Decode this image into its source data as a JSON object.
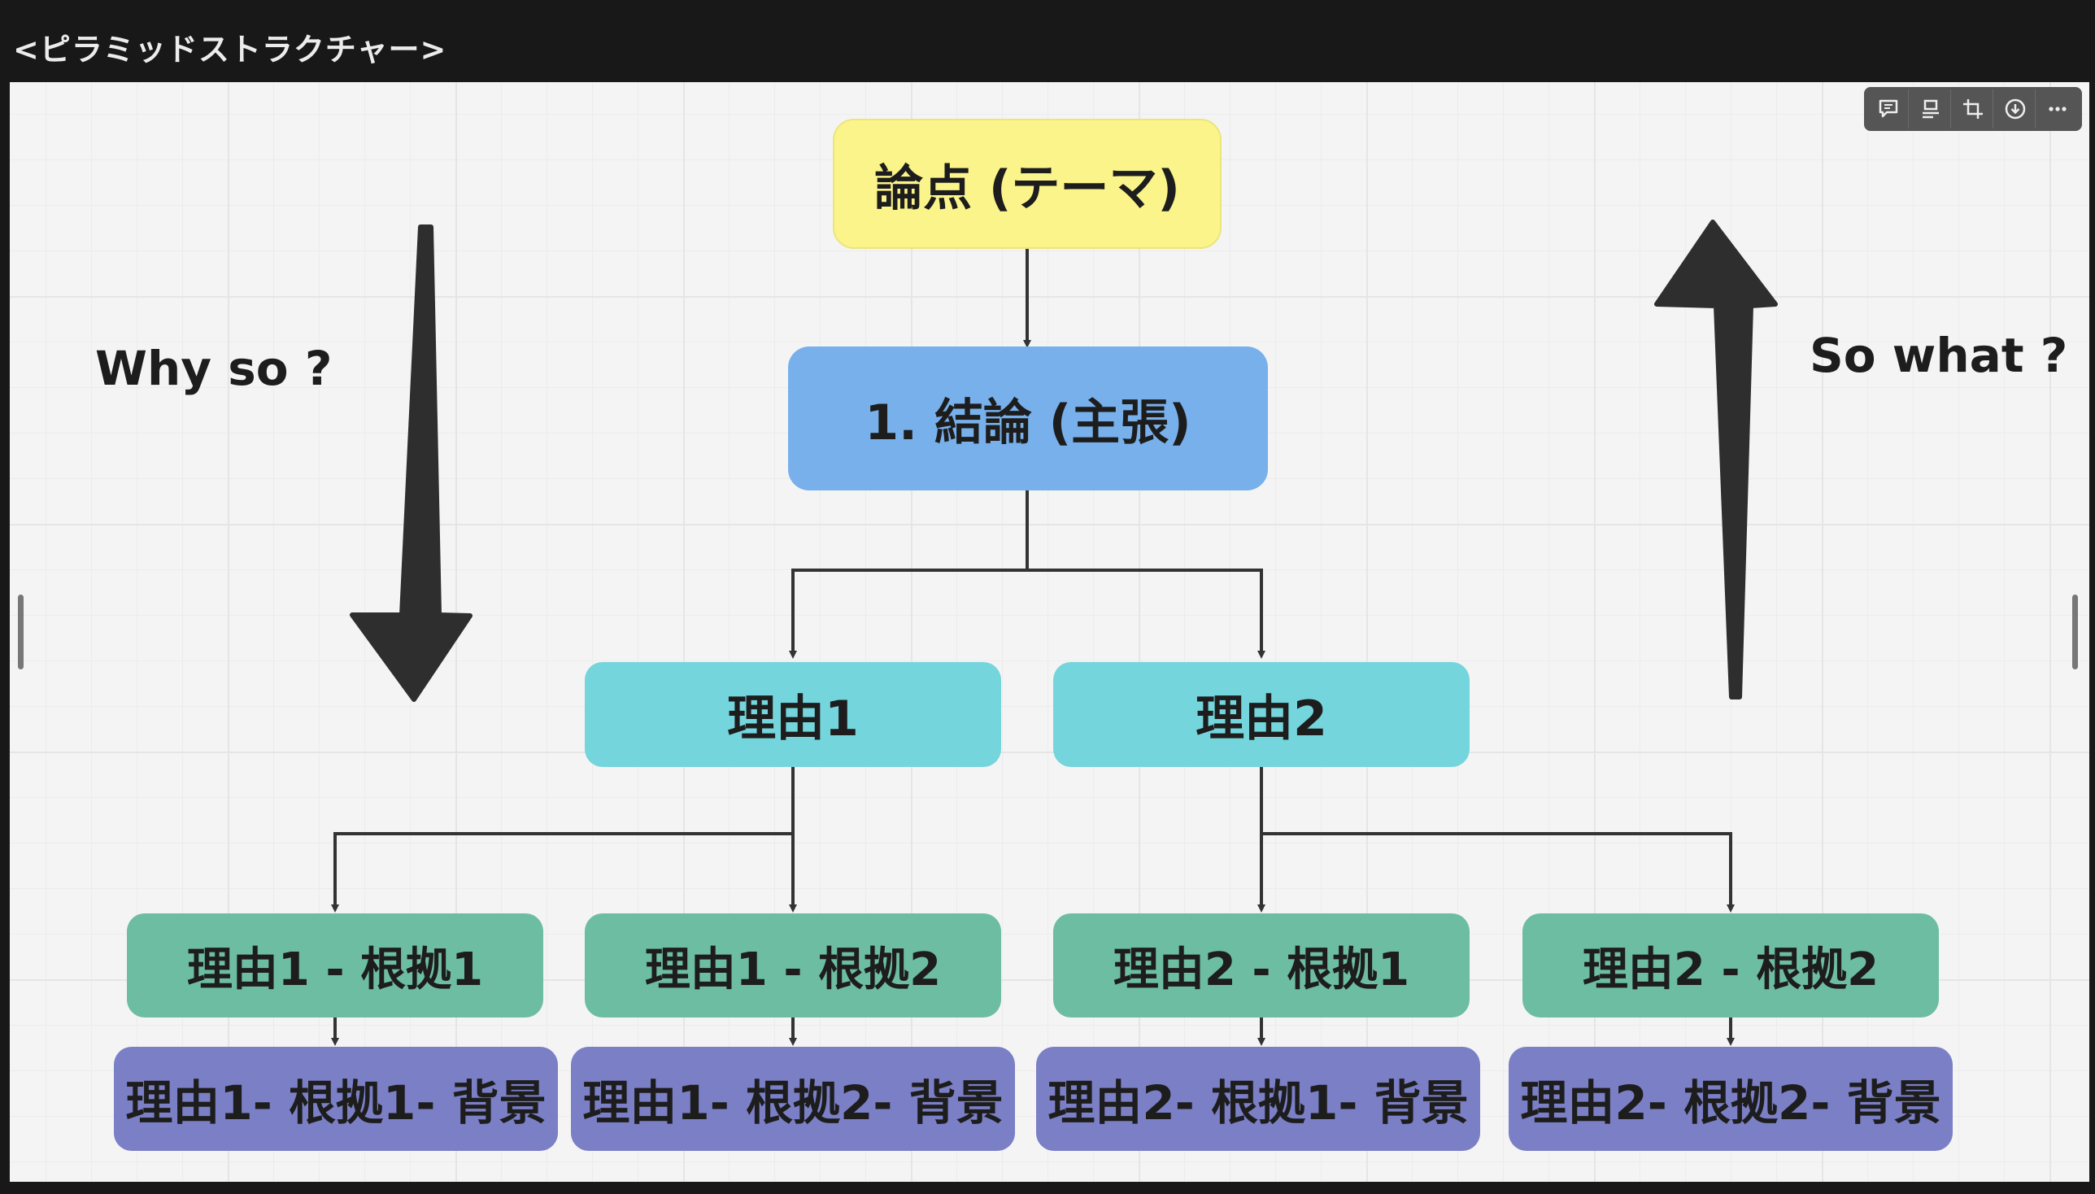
{
  "window": {
    "title": "<ピラミッドストラクチャー>"
  },
  "toolbar": {
    "buttons": [
      {
        "name": "comment-icon"
      },
      {
        "name": "align-icon"
      },
      {
        "name": "crop-icon"
      },
      {
        "name": "download-icon"
      },
      {
        "name": "more-icon"
      }
    ]
  },
  "diagram": {
    "theme": "論点 (テーマ)",
    "conclusion": "1. 結論 (主張)",
    "reasons": [
      "理由1",
      "理由2"
    ],
    "evidence": [
      "理由1 - 根拠1",
      "理由1 - 根拠2",
      "理由2 - 根拠1",
      "理由2 - 根拠2"
    ],
    "backgrounds": [
      "理由1- 根拠1- 背景",
      "理由1- 根拠2- 背景",
      "理由2- 根拠1- 背景",
      "理由2- 根拠2- 背景"
    ],
    "left_label": "Why so ?",
    "right_label": "So what ?"
  },
  "colors": {
    "theme": "#fbf48a",
    "conclusion": "#77b0ea",
    "reason": "#74d5dc",
    "evidence": "#6dbda3",
    "background": "#7b7fc6",
    "arrow": "#2e2e2e"
  }
}
